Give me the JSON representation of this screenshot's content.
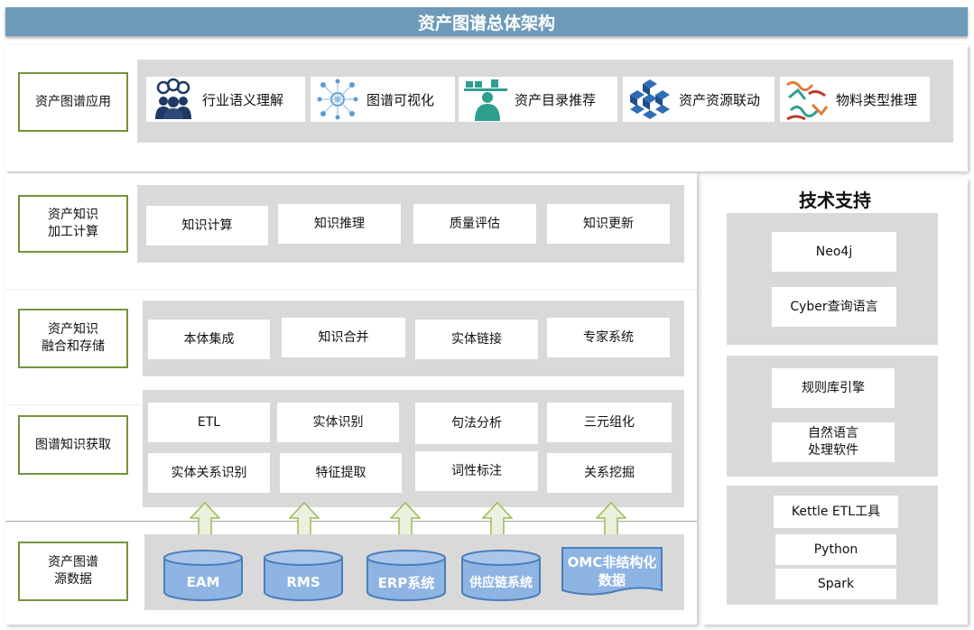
{
  "title": "资产图谱总体架构",
  "layers": {
    "application": {
      "label": "资产图谱应用",
      "items": [
        {
          "text": "行业语义理解",
          "icon": "people-idea-icon"
        },
        {
          "text": "图谱可视化",
          "icon": "network-graph-icon"
        },
        {
          "text": "资产目录推荐",
          "icon": "presenter-icon"
        },
        {
          "text": "资产资源联动",
          "icon": "cube-cluster-icon"
        },
        {
          "text": "物料类型推理",
          "icon": "pattern-icon"
        }
      ]
    },
    "compute": {
      "label": "资产知识\n加工计算",
      "items": [
        "知识计算",
        "知识推理",
        "质量评估",
        "知识更新"
      ]
    },
    "fusion": {
      "label": "资产知识\n融合和存储",
      "items": [
        "本体集成",
        "知识合并",
        "实体链接",
        "专家系统"
      ]
    },
    "acquire": {
      "label": "图谱知识获取",
      "items": [
        "ETL",
        "实体识别",
        "句法分析",
        "三元组化",
        "实体关系识别",
        "特征提取",
        "词性标注",
        "关系挖掘"
      ]
    },
    "source": {
      "label": "资产图谱\n源数据",
      "items": [
        "EAM",
        "RMS",
        "ERP系统",
        "供应链系统"
      ],
      "doc": "OMC非结构化\n数据"
    }
  },
  "tech": {
    "title": "技术支持",
    "group1": [
      "Neo4j",
      "Cyber查询语言"
    ],
    "group2": [
      "规则库引擎",
      "自然语言\n处理软件"
    ],
    "group3": [
      "Kettle ETL工具",
      "Python",
      "Spark"
    ]
  },
  "colors": {
    "banner": "#6d9bb9",
    "label_border": "#76923c",
    "panel_gray": "#d9d9d9",
    "cylinder": "#8eb4e3",
    "cylinder_border": "#4a7ebb",
    "arrow_fill": "#ebf1de",
    "arrow_border": "#9bbb59"
  }
}
